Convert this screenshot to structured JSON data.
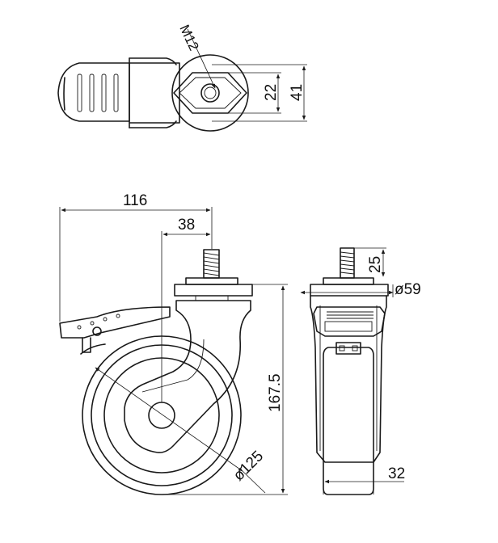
{
  "dimensions": {
    "thread": "M12",
    "hex_across_flats": "22",
    "top_plate": "41",
    "total_offset": "116",
    "swivel_offset": "38",
    "total_height": "167.5",
    "wheel_diameter": "ø125",
    "stem_length": "25",
    "plate_diameter": "ø59",
    "wheel_width": "32"
  }
}
